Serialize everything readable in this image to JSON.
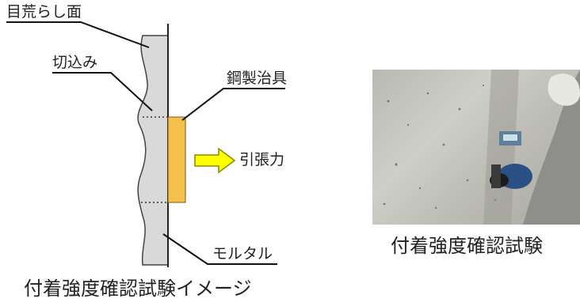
{
  "labels": {
    "roughened_surface": "目荒らし面",
    "notch": "切込み",
    "steel_jig": "鋼製治具",
    "tensile_force": "引張力",
    "mortar": "モルタル"
  },
  "captions": {
    "diagram": "付着強度確認試験イメージ",
    "photo": "付着強度確認試験"
  },
  "colors": {
    "mortar_fill": "#d9d9d9",
    "jig_fill": "#f6c04d",
    "arrow_fill": "#ffff00",
    "arrow_stroke": "#8a8a00",
    "line": "#111111"
  }
}
